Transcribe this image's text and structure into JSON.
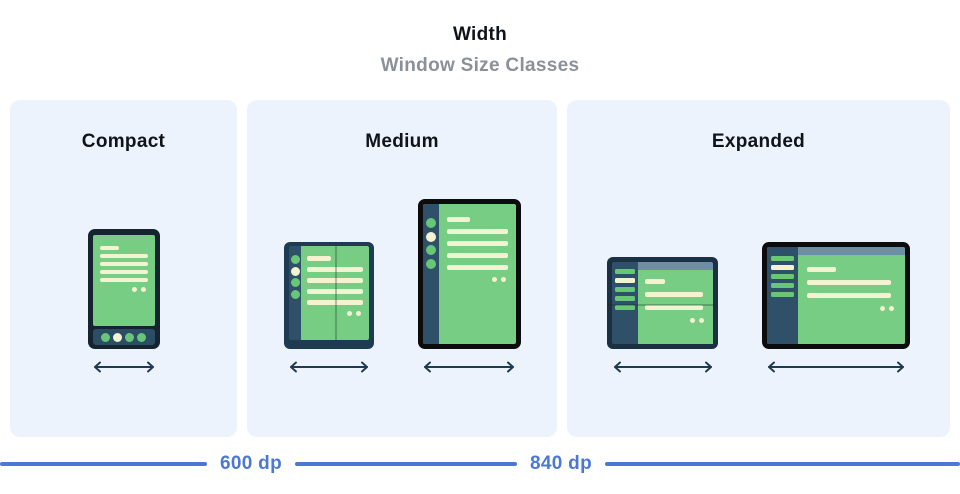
{
  "header": {
    "title": "Width",
    "subtitle": "Window Size Classes"
  },
  "panels": [
    {
      "label": "Compact",
      "devices": [
        "phone-portrait"
      ]
    },
    {
      "label": "Medium",
      "devices": [
        "foldable-open",
        "tablet-portrait"
      ]
    },
    {
      "label": "Expanded",
      "devices": [
        "tablet-landscape-small",
        "tablet-landscape-large"
      ]
    }
  ],
  "ruler": {
    "labels": [
      "600 dp",
      "840 dp"
    ]
  },
  "colors": {
    "panel_bg": "#ecf3fc",
    "title": "#101319",
    "subtitle": "#8b9199",
    "blue": "#4c78d5",
    "arrow": "#1e3b52",
    "green": "#76cd83",
    "bar_green": "#68c677",
    "cream": "#f3f3d1",
    "slate": "#2e5068",
    "topbar": "#6f8ea6",
    "phone_frame": "#16242f",
    "phone_navbar": "#2b4e64",
    "foldable_frame": "#1f3b52",
    "exp_frame": "#1b3042",
    "black_frame": "#0c0c0c"
  }
}
